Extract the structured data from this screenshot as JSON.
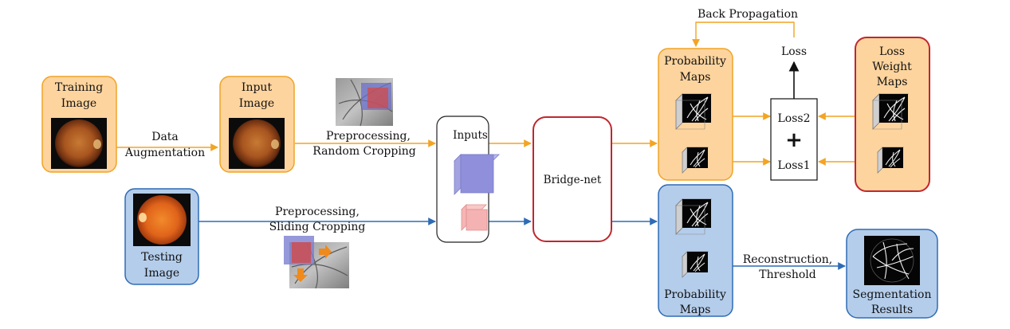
{
  "colors": {
    "orange_fill": "#fdd49e",
    "orange_stroke": "#f0a426",
    "blue_fill": "#b4cdeb",
    "blue_stroke": "#2e6cb5",
    "red_stroke": "#c0272d",
    "orange_arrow": "#f3a423",
    "blue_arrow": "#2e6cb5",
    "black_arrow": "#111111"
  },
  "nodes": {
    "training_image": [
      "Training",
      "Image"
    ],
    "input_image": [
      "Input",
      "Image"
    ],
    "testing_image": [
      "Testing",
      "Image"
    ],
    "inputs": "Inputs",
    "bridge_net": "Bridge-net",
    "prob_maps_train": [
      "Probability",
      "Maps"
    ],
    "prob_maps_test": [
      "Probability",
      "Maps"
    ],
    "loss_weight_maps": [
      "Loss",
      "Weight",
      "Maps"
    ],
    "loss2": "Loss2",
    "plus": "+",
    "loss1": "Loss1",
    "loss": "Loss",
    "segmentation_results": [
      "Segmentation",
      "Results"
    ]
  },
  "edges": {
    "data_augmentation": [
      "Data",
      "Augmentation"
    ],
    "random_cropping": [
      "Preprocessing,",
      "Random  Cropping"
    ],
    "sliding_cropping": [
      "Preprocessing,",
      "Sliding Cropping"
    ],
    "back_propagation": "Back  Propagation",
    "reconstruction": [
      "Reconstruction,",
      "Threshold"
    ]
  },
  "icons": {
    "fundus_image": "fundus-photo-icon",
    "grayscale_patch": "grayscale-fundus-patch-icon",
    "cube": "cube-icon",
    "vessel_map": "vessel-map-cube-icon"
  }
}
